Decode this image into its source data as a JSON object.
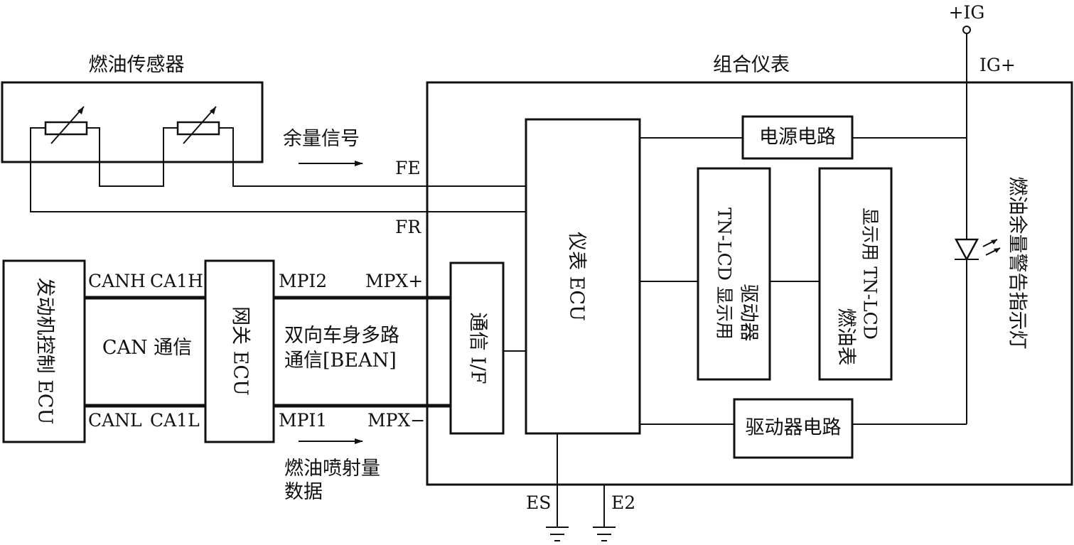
{
  "labels": {
    "fuel_sensor_title": "燃油传感器",
    "combination_meter_title": "组合仪表",
    "remaining_signal": "余量信号",
    "fe": "FE",
    "fr": "FR",
    "ig_plus_top": "+IG",
    "ig_plus_inner": "IG+",
    "power_circuit": "电源电路",
    "tn_lcd_driver_line1": "TN-LCD 显示用",
    "tn_lcd_driver_line2": "驱动器",
    "fuel_gauge_line1": "燃油表",
    "fuel_gauge_line2": "显示用 TN-LCD",
    "warning_lamp": "燃油余量警告指示灯",
    "meter_ecu": "仪表 ECU",
    "comm_if": "通信 I/F",
    "driver_circuit": "驱动器电路",
    "engine_ecu": "发动机控制 ECU",
    "gateway_ecu": "网关 ECU",
    "canh": "CANH",
    "ca1h": "CA1H",
    "canl": "CANL",
    "ca1l": "CA1L",
    "can_comm": "CAN 通信",
    "mpi2": "MPI2",
    "mpi1": "MPI1",
    "mpx_plus": "MPX+",
    "mpx_minus": "MPX−",
    "bean_line1": "双向车身多路",
    "bean_line2": "通信[BEAN]",
    "injection_line1": "燃油喷射量",
    "injection_line2": "数据",
    "es": "ES",
    "e2": "E2"
  }
}
